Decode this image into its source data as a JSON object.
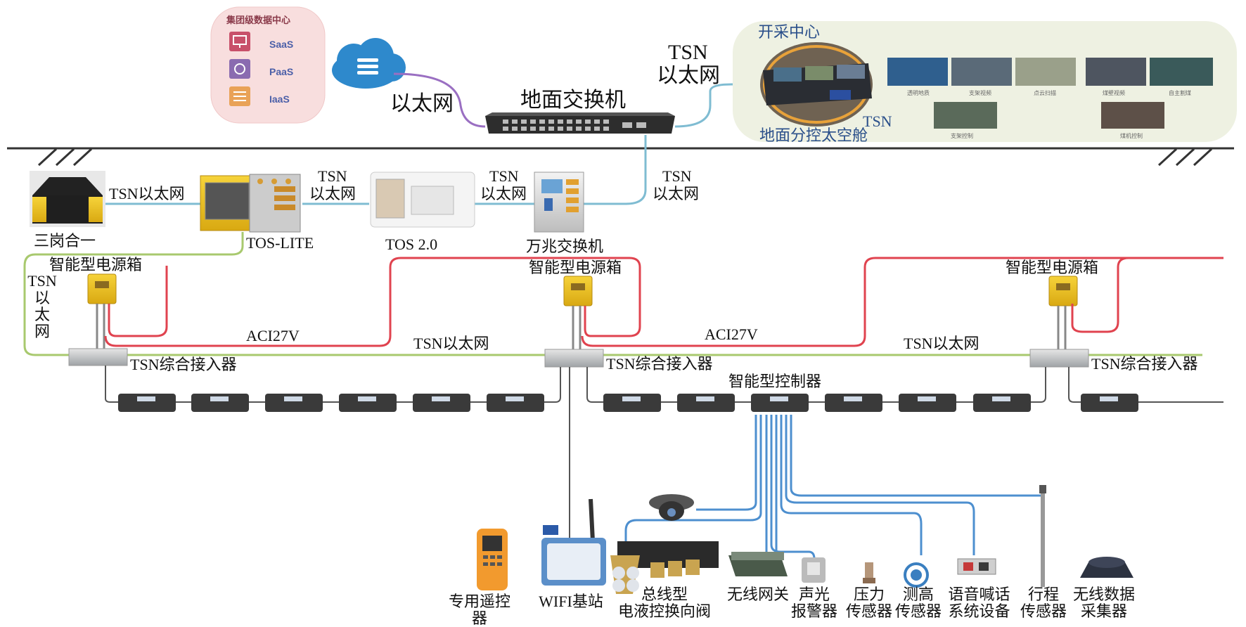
{
  "datacenter": {
    "title": "集团级数据中心",
    "layers": [
      "SaaS",
      "PaaS",
      "IaaS"
    ]
  },
  "surface": {
    "switch_label": "地面交换机",
    "ethernet_left": "以太网",
    "tsn_right_line1": "TSN",
    "tsn_right_line2": "以太网"
  },
  "control_center": {
    "title": "开采中心",
    "tsn_tag": "TSN",
    "sub_title": "地面分控太空舱",
    "screens": [
      "透明地质",
      "支架视频",
      "点云扫描",
      "煤壁视频",
      "自主割煤",
      "支架控制",
      "煤机控制"
    ]
  },
  "underground": {
    "devices": [
      {
        "id": "sangang",
        "label": "三岗合一"
      },
      {
        "id": "tos-lite",
        "label": "TOS-LITE"
      },
      {
        "id": "tos2",
        "label": "TOS 2.0"
      },
      {
        "id": "wanzhao",
        "label": "万兆交换机"
      }
    ],
    "links": {
      "tsn_eth_1": "TSN以太网",
      "tsn_eth_2_l1": "TSN",
      "tsn_eth_2_l2": "以太网",
      "tsn_eth_3_l1": "TSN",
      "tsn_eth_3_l2": "以太网",
      "tsn_eth_4_l1": "TSN",
      "tsn_eth_4_l2": "以太网",
      "tsn_vert": [
        "TSN",
        "以",
        "太",
        "网"
      ]
    },
    "power_box": "智能型电源箱",
    "aci_voltage": "ACI27V",
    "tsn_backbone": "TSN以太网",
    "access_unit": "TSN综合接入器",
    "controller": "智能型控制器"
  },
  "field_devices": [
    {
      "id": "remote",
      "lines": [
        "专用遥控器"
      ]
    },
    {
      "id": "wifi",
      "lines": [
        "WIFI基站"
      ]
    },
    {
      "id": "valve",
      "lines": [
        "总线型",
        "电液控换向阀"
      ]
    },
    {
      "id": "gateway",
      "lines": [
        "无线网关"
      ]
    },
    {
      "id": "alarm",
      "lines": [
        "声光",
        "报警器"
      ]
    },
    {
      "id": "pressure",
      "lines": [
        "压力",
        "传感器"
      ]
    },
    {
      "id": "height",
      "lines": [
        "测高",
        "传感器"
      ]
    },
    {
      "id": "voice",
      "lines": [
        "语音喊话",
        "系统设备"
      ]
    },
    {
      "id": "stroke",
      "lines": [
        "行程",
        "传感器"
      ]
    },
    {
      "id": "collector",
      "lines": [
        "无线数据",
        "采集器"
      ]
    }
  ],
  "colors": {
    "ethernet_purple": "#9a6fc2",
    "tsn_cyan": "#7fbcd2",
    "power_red": "#e0434f",
    "tsn_green": "#a8c96e",
    "sensor_blue": "#4d8fcf",
    "ground_line": "#333333"
  }
}
